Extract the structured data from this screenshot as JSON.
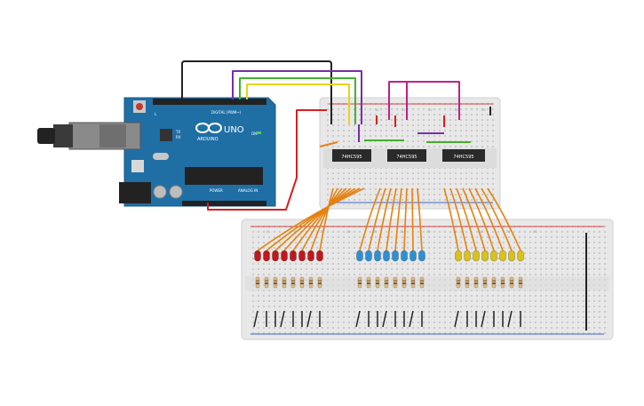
{
  "arduino": {
    "brand": "ARDUINO",
    "model": "UNO",
    "digital_label": "DIGITAL (PWM~)",
    "power_label": "POWER",
    "analog_label": "ANALOG IN",
    "tx_label": "TX",
    "rx_label": "RX",
    "on_label": "ON",
    "l_label": "L",
    "board_color": "#1f6fa5"
  },
  "shift_registers": [
    {
      "label": "74HC595"
    },
    {
      "label": "74HC595"
    },
    {
      "label": "74HC595"
    }
  ],
  "led_groups": [
    {
      "color": "red",
      "hex": "#c0181c",
      "count": 8
    },
    {
      "color": "blue",
      "hex": "#2f8fd3",
      "count": 8
    },
    {
      "color": "yellow",
      "hex": "#d9c21a",
      "count": 8
    }
  ],
  "wire_colors": {
    "black": "#222222",
    "red": "#d42020",
    "orange": "#e5820f",
    "yellow": "#e6d21e",
    "green": "#45b02c",
    "purple": "#7a2da8",
    "magenta": "#c0208a"
  },
  "breadboard_numbers": {
    "upper": [
      "5",
      "10",
      "15",
      "20",
      "25",
      "30"
    ],
    "lower": [
      "5",
      "10",
      "15",
      "20",
      "25",
      "30",
      "35",
      "40",
      "45",
      "50",
      "55"
    ]
  }
}
